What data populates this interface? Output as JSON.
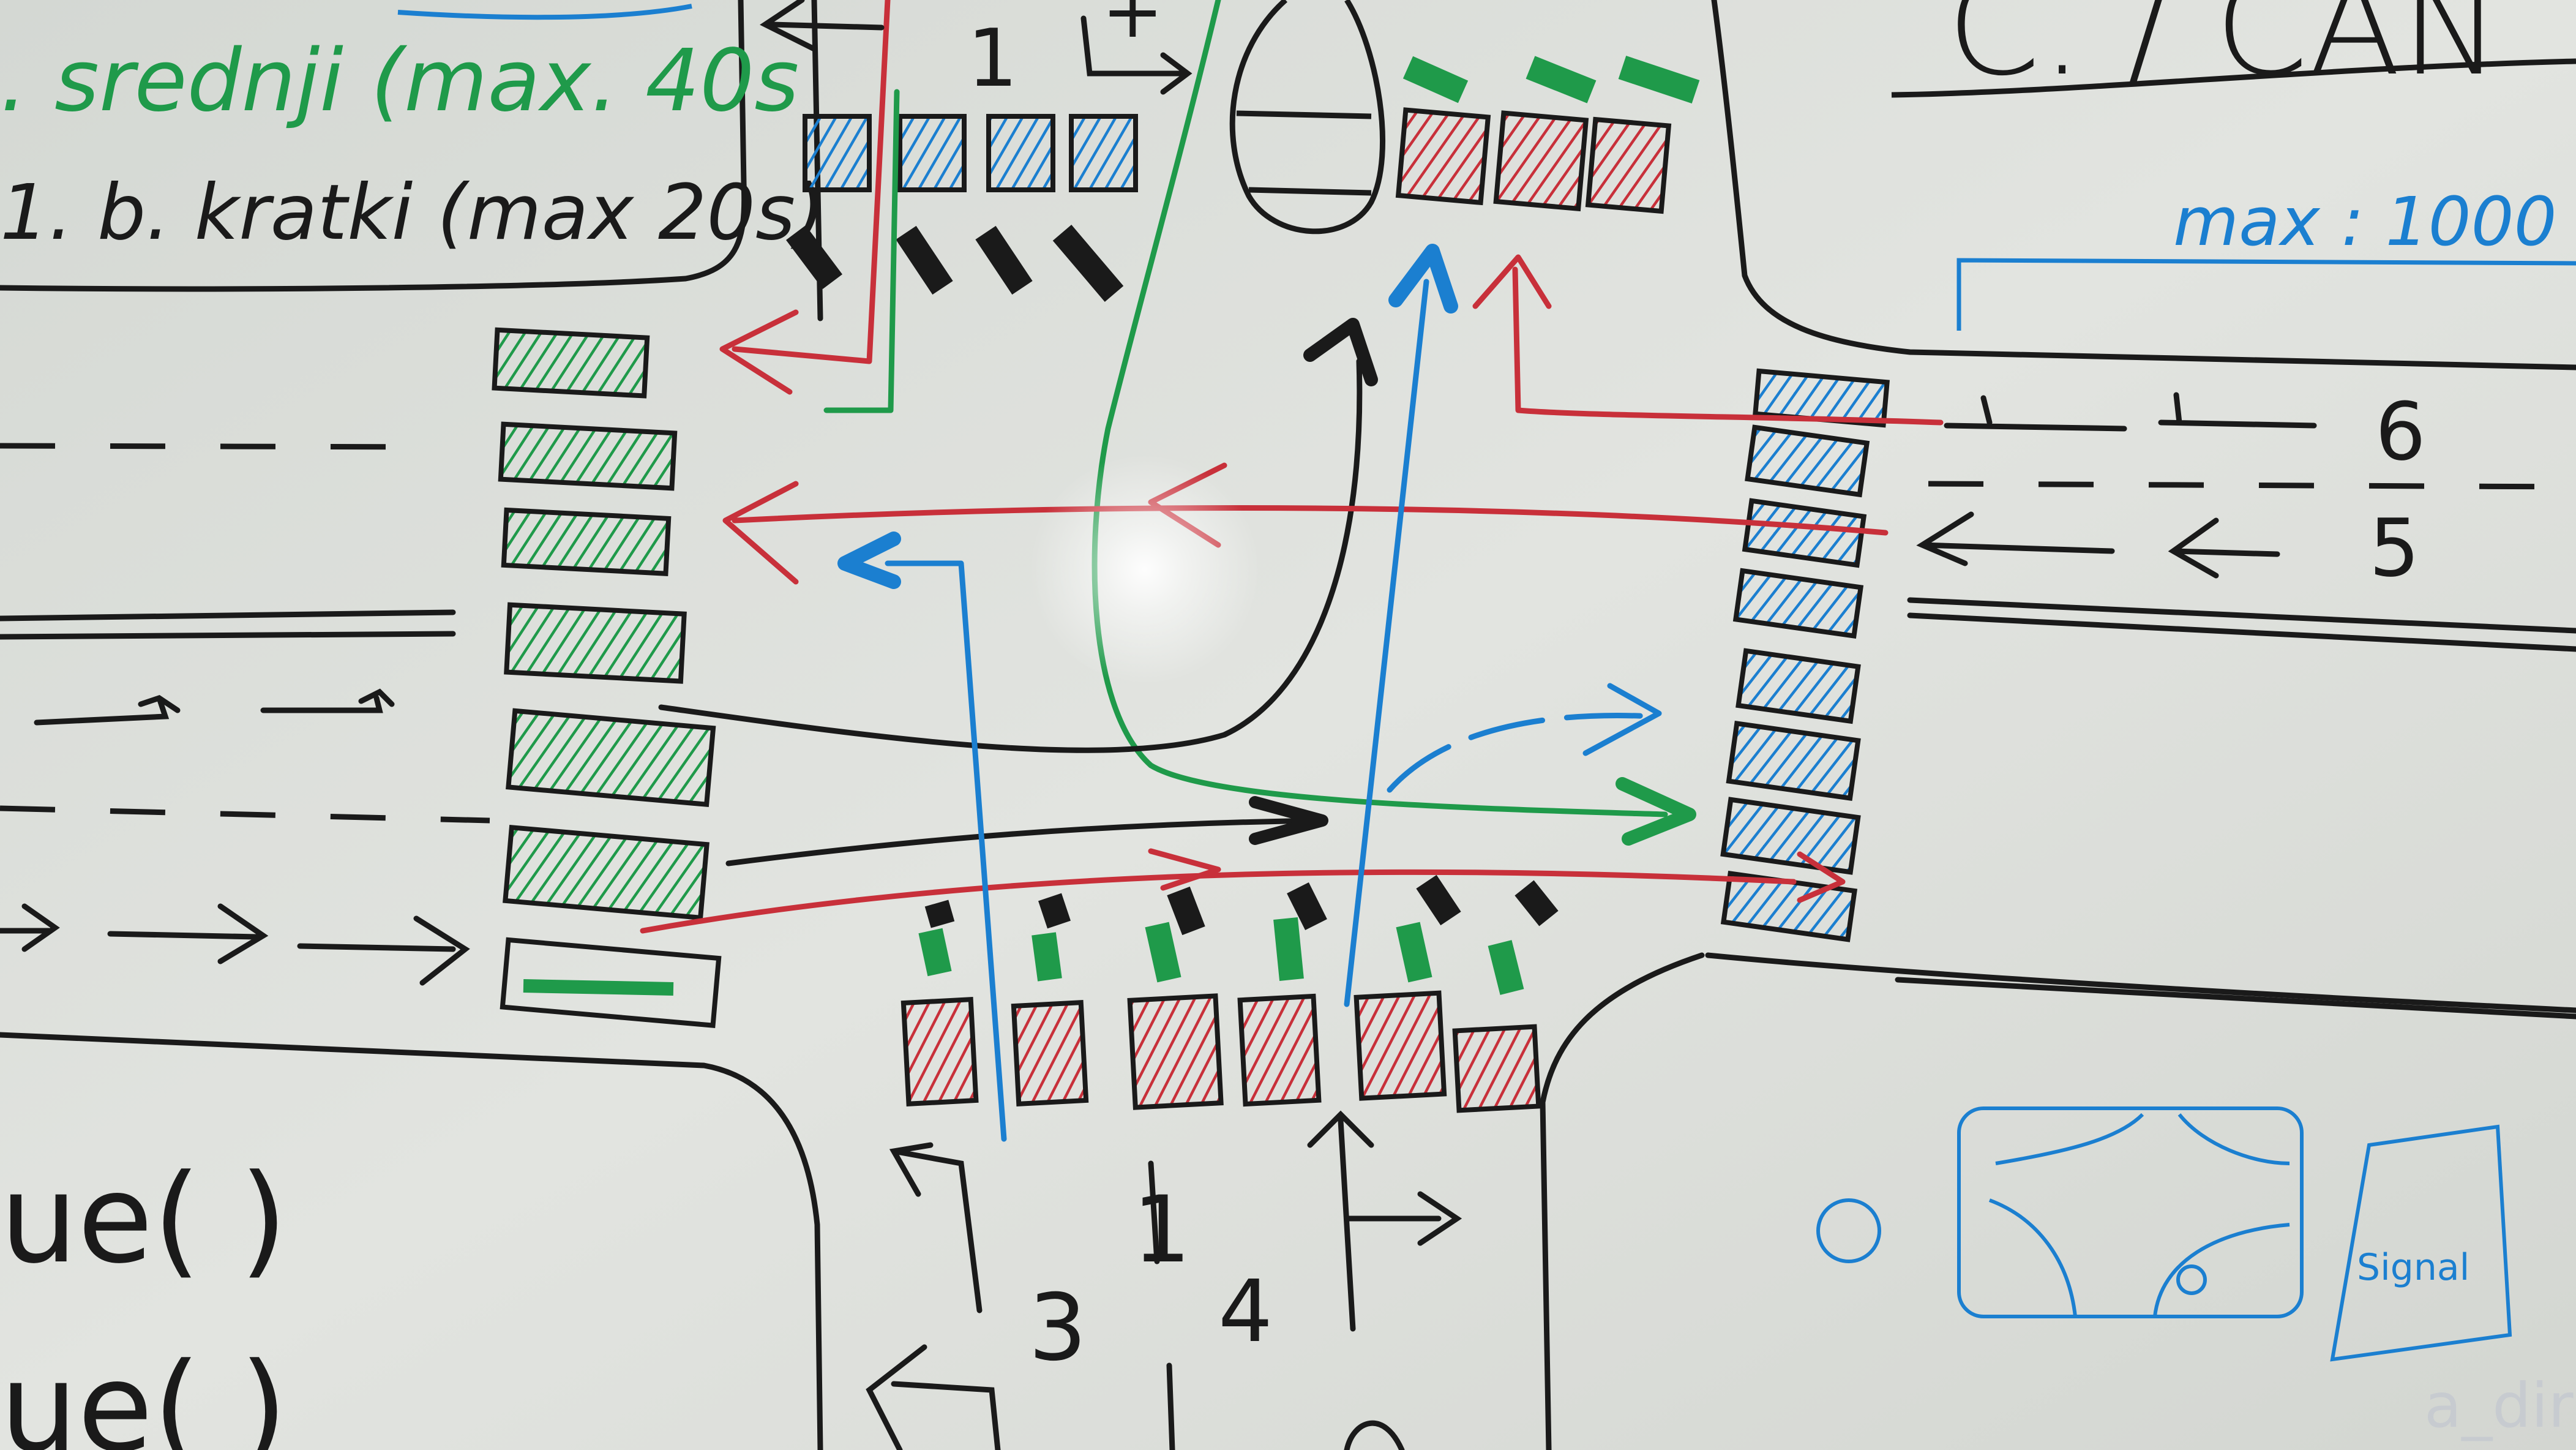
{
  "notes": {
    "srednji": ". srednji (max. 40s",
    "kratki": "1. b. kratki (max 20s)",
    "header": "C. / CAN",
    "max": "max : 1000",
    "signal": "Signal",
    "a_dir": "a_dir",
    "fn1": "ue( )",
    "fn2": "ue( )"
  },
  "lanes": {
    "top_1": "1",
    "top_plus": "+",
    "right_6": "6",
    "right_5": "5",
    "bottom_3": "3",
    "bottom_4": "4",
    "bottom_1": "1"
  },
  "colors": {
    "black": "#1a1a1a",
    "green": "#1f9a4a",
    "red": "#c8303a",
    "blue": "#1b7fd0",
    "board": "#dcdfdb"
  }
}
